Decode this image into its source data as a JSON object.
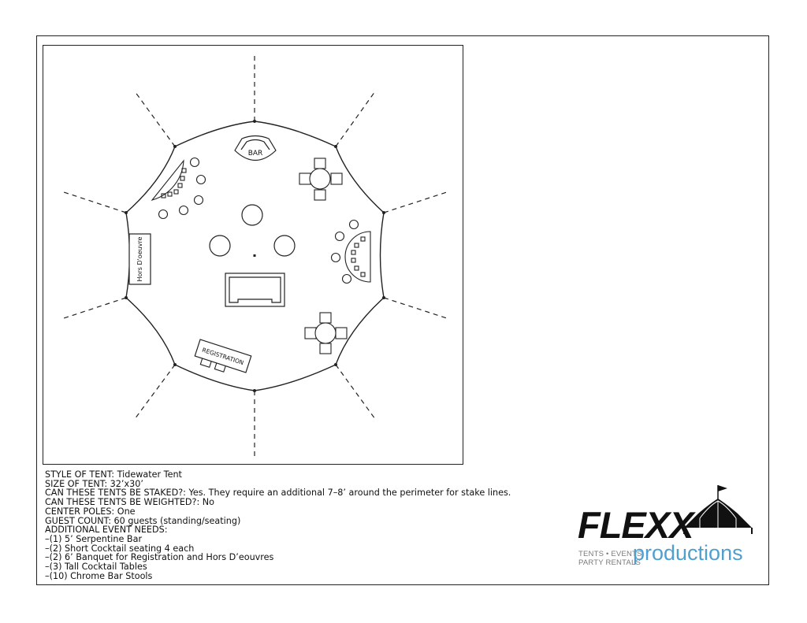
{
  "labels": {
    "bar": "BAR",
    "hors": "Hors D'oeuvre",
    "registration": "REGISTRATION"
  },
  "specs": [
    "STYLE OF TENT: Tidewater Tent",
    "SIZE OF TENT: 32’x30’",
    "CAN THESE TENTS BE STAKED?: Yes. They require an additional 7–8’ around the perimeter for stake lines.",
    "CAN THESE TENTS BE WEIGHTED?: No",
    "CENTER POLES: One",
    "GUEST COUNT: 60 guests (standing/seating)",
    "ADDITIONAL EVENT NEEDS:",
    "–(1) 5’ Serpentine Bar",
    "–(2) Short Cocktail seating 4 each",
    "–(2) 6’ Banquet for Registration and Hors D’eouvres",
    "–(3) Tall Cocktail Tables",
    "–(10) Chrome Bar Stools"
  ],
  "logo": {
    "brand": "FLEXX",
    "tagline1": "TENTS • EVENTS",
    "tagline2": "PARTY RENTALS",
    "sub": "productions",
    "accent_color": "#4f9fd0"
  }
}
